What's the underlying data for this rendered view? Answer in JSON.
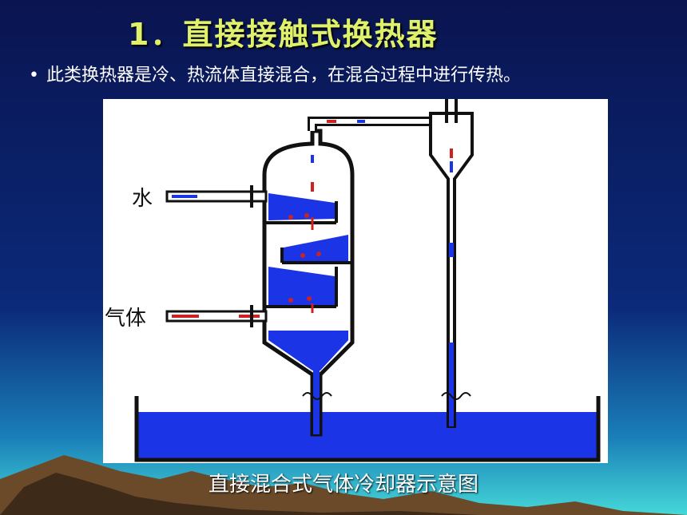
{
  "slide": {
    "title": "1．直接接触式换热器",
    "bullet_marker": "•",
    "bullet_text": "此类换热器是冷、热流体直接混合，在混合过程中进行传热。",
    "caption": "直接混合式气体冷却器示意图"
  },
  "diagram": {
    "inlet_water_label": "水",
    "inlet_gas_label": "气体"
  },
  "colors": {
    "title": "#dff06a",
    "liquid": "#1b35e6",
    "hot_arrow": "#cc2222",
    "background_top": "#0a1450"
  }
}
